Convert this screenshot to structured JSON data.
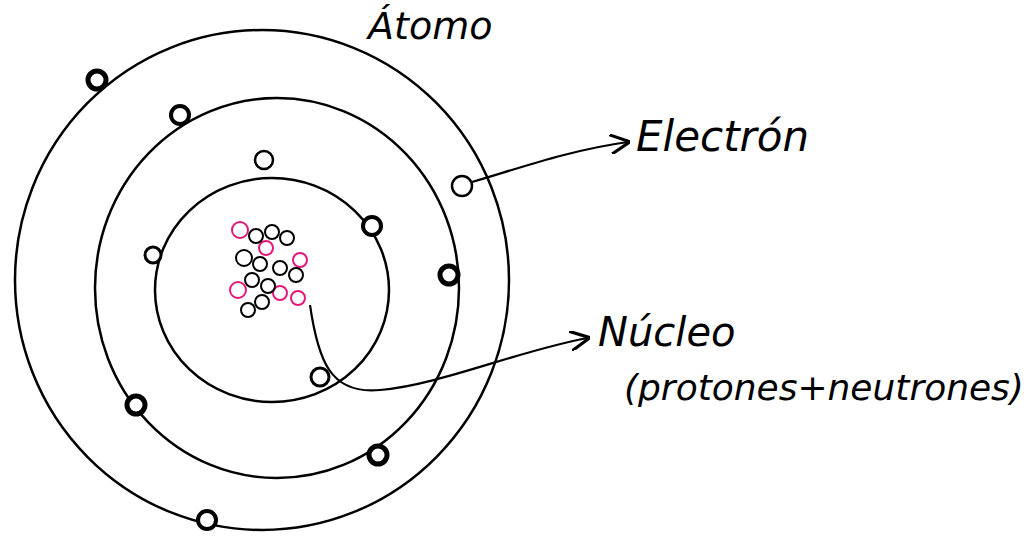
{
  "diagram": {
    "title": "Átomo",
    "labels": [
      "Electrón",
      "Núcleo",
      "(protones+neutrones)"
    ]
  }
}
